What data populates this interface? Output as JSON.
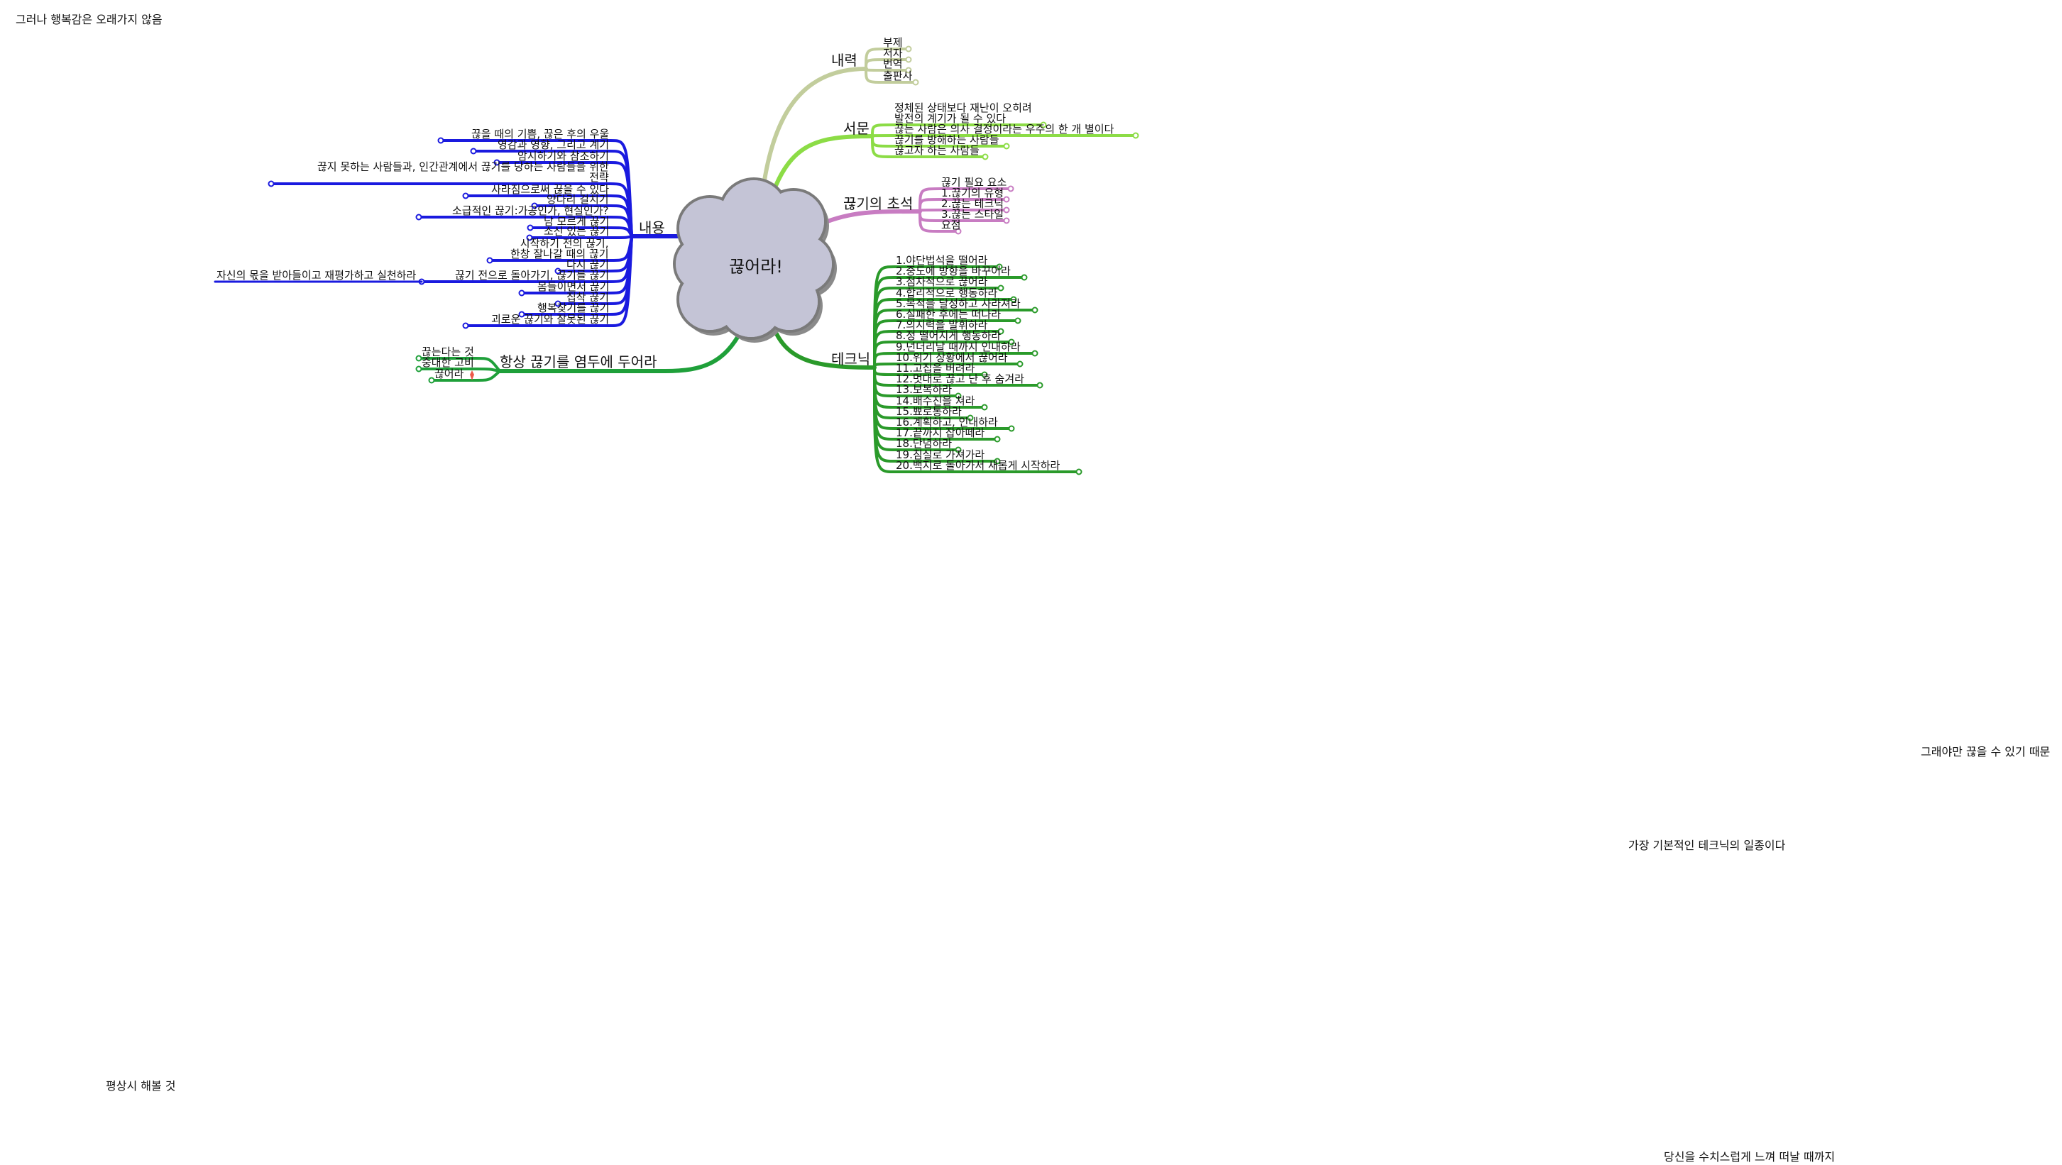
{
  "central_topic": "끊어라!",
  "floating_notes": [
    "그러나 행복감은 오래가지 않음",
    "그래야만 끊을 수 있기 때문",
    "가장 기본적인 테크닉의 일종이다",
    "평상시 해볼 것",
    "당신을 수치스럽게 느껴 떠날 때까지"
  ],
  "branches": {
    "history": {
      "label": "내력",
      "color": "#c2cd9c",
      "children": [
        "부제",
        "저자",
        "번역",
        "출판사"
      ]
    },
    "preface": {
      "label": "서문",
      "color": "#8cdc46",
      "children": [
        "정체된 상태보다 재난이 오히려\n발전의 계기가 될 수 있다",
        "끊는 사람은 의사 결정이라는 우주의 한 개 별이다",
        "끊기를 방해하는 사람들",
        "끊고자 하는 사람들"
      ]
    },
    "foundation": {
      "label": "끊기의 초석",
      "color": "#c87cc2",
      "children": [
        "끊기 필요 요소",
        "1.끊기의 유형",
        "2.끊는 테크닉",
        "3.끊는 스타일",
        "요점"
      ]
    },
    "technique": {
      "label": "테크닉",
      "color": "#2a9a2a",
      "children": [
        "1.야단법석을 떨어라",
        "2.중도에 방향을 바꾸어라",
        "3.점차적으로 끊어라",
        "4.합리적으로 행동하라",
        "5.목적을 달성하고 사라져라",
        "6.실패한 후에는 떠나라",
        "7.의지력을 발휘하라",
        "8.정 떨어지게 행동하라",
        "9.넌더리날 때까지 인내하라",
        "10.위기 상황에서 끊어라",
        "11.고집을 버려라",
        "12.멋대로 끊고 난 후 숨겨라",
        "13.보복하라",
        "14.배수진을 쳐라",
        "15.뾰로통하라",
        "16.계획하고, 인내하라",
        "17.끝까지 잡아떼라",
        "18.단념하라",
        "19.침실로 가져가라",
        "20.백지로 돌아가서 새롭게 시작하라"
      ]
    },
    "keep_in_mind": {
      "label": "항상 끊기를 염두에 두어라",
      "color": "#1fa03a",
      "children": [
        "끊는다는 것",
        "중대한 고비",
        "끊어라"
      ]
    },
    "contents": {
      "label": "내용",
      "color": "#1a1adf",
      "children": [
        "끊을 때의 기쁨, 끊은 후의 우울",
        "영감과 영향, 그리고 계기",
        "암시하기와 참조하기",
        "끊지 못하는 사람들과, 인간관계에서 끊기를 당하는 사람들을 위한\n전략",
        "사라짐으로써 끊을 수 있다",
        "양다리 걸치기",
        "소급적인 끊기:가공인가, 현실인가?",
        "남 모르게 끊기",
        "소신 있는 끊기",
        "시작하기 전의 끊기,\n한창 잘나갈 때의 끊기",
        "다시 끊기",
        "끊기 전으로 돌아가기, 끊기를 끊기",
        "몸들이면서 끊기",
        "집착 끊기",
        "행복찾기를 끊기",
        "괴로운 끊기와 잘못된 끊기"
      ],
      "sub_item": "자신의 몫을 받아들이고 재평가하고 실천하라"
    }
  }
}
